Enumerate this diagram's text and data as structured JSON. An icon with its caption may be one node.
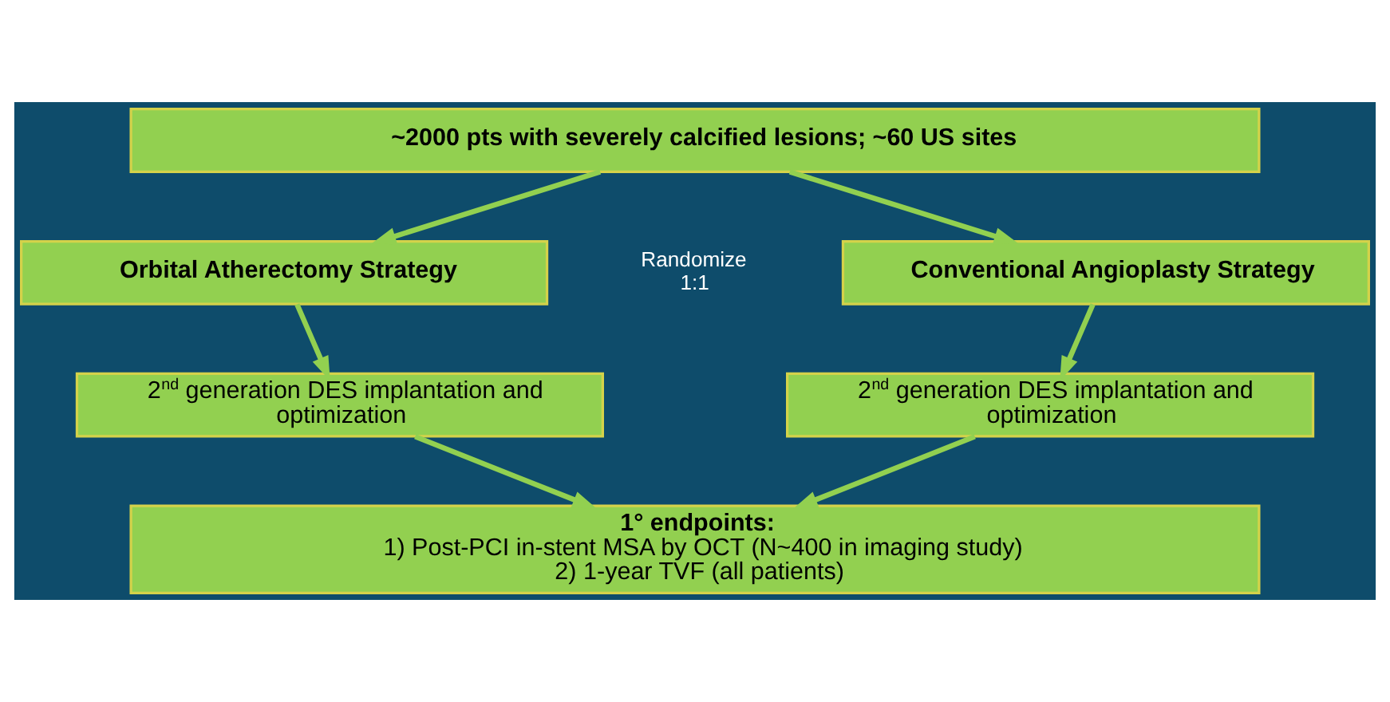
{
  "diagram": {
    "nodes": [
      {
        "text": [
          "~2000 pts with severely calcified lesions; ~60 US sites"
        ]
      },
      {
        "text": [
          "Orbital Atherectomy Strategy"
        ]
      },
      {
        "text": [
          "Conventional Angioplasty Strategy"
        ]
      },
      {
        "text": [
          "2$^{nd}$ generation DES implantation and optimization"
        ]
      },
      {
        "text": [
          "2$^{nd}$ generation DES implantation and optimization"
        ]
      },
      {
        "text": [
          "1° endpoints:",
          "1) Post-PCI in-stent MSA by OCT (N~400 in imaging study)",
          "2) 1-year TVF (all patients)"
        ]
      }
    ],
    "edges": [
      {
        "from": 0,
        "to": 1,
        "arrow": "to"
      },
      {
        "from": 0,
        "to": 2,
        "arrow": "to"
      },
      {
        "from": 1,
        "to": 3,
        "arrow": "to"
      },
      {
        "from": 2,
        "to": 4,
        "arrow": "to"
      },
      {
        "from": 3,
        "to": 5,
        "arrow": "to"
      },
      {
        "from": 4,
        "to": 5,
        "arrow": "to"
      }
    ],
    "labels": [
      "Randomize 1:1"
    ]
  }
}
